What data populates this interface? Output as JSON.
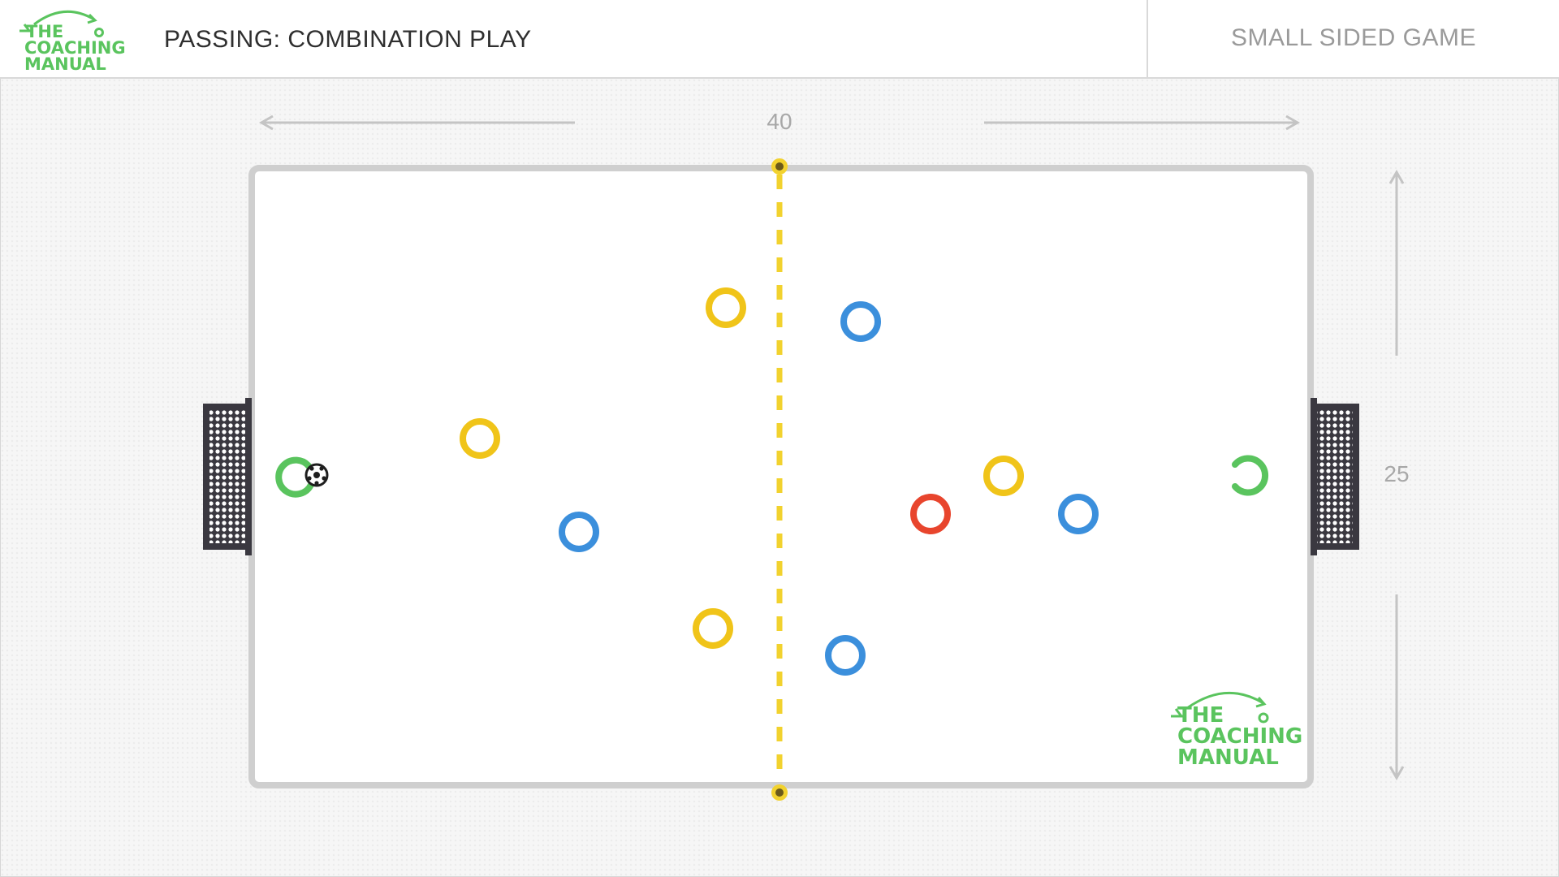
{
  "header": {
    "logo": {
      "line1": "THE",
      "line2": "COACHING",
      "line3": "MANUAL"
    },
    "title": "PASSING: COMBINATION PLAY",
    "subtitle": "SMALL SIDED GAME"
  },
  "pitch": {
    "width_label": "40",
    "height_label": "25",
    "watermark": {
      "line1": "THE",
      "line2": "COACHING",
      "line3": "MANUAL"
    }
  },
  "colors": {
    "team_yellow": "#f0c419",
    "team_blue": "#3b8fdc",
    "defender_red": "#e8452d",
    "goalkeeper_green": "#5ac45e",
    "halfway_line": "#f2d22e",
    "pitch_border": "#cfcfcf",
    "goal_frame": "#3a3840"
  },
  "players": [
    {
      "team": "yellow",
      "icon": "ring"
    },
    {
      "team": "yellow",
      "icon": "ring"
    },
    {
      "team": "yellow",
      "icon": "ring"
    },
    {
      "team": "yellow",
      "icon": "ring"
    },
    {
      "team": "blue",
      "icon": "ring"
    },
    {
      "team": "blue",
      "icon": "ring"
    },
    {
      "team": "blue",
      "icon": "ring"
    },
    {
      "team": "blue",
      "icon": "ring"
    },
    {
      "team": "red",
      "icon": "ring"
    },
    {
      "team": "green",
      "icon": "goalkeeper-ring-left"
    },
    {
      "team": "green",
      "icon": "goalkeeper-ring-right"
    }
  ],
  "ball": {
    "icon": "soccer-ball-icon"
  },
  "goals": [
    "left-goal",
    "right-goal"
  ],
  "markers": [
    "halfway-marker-top",
    "halfway-marker-bottom"
  ]
}
